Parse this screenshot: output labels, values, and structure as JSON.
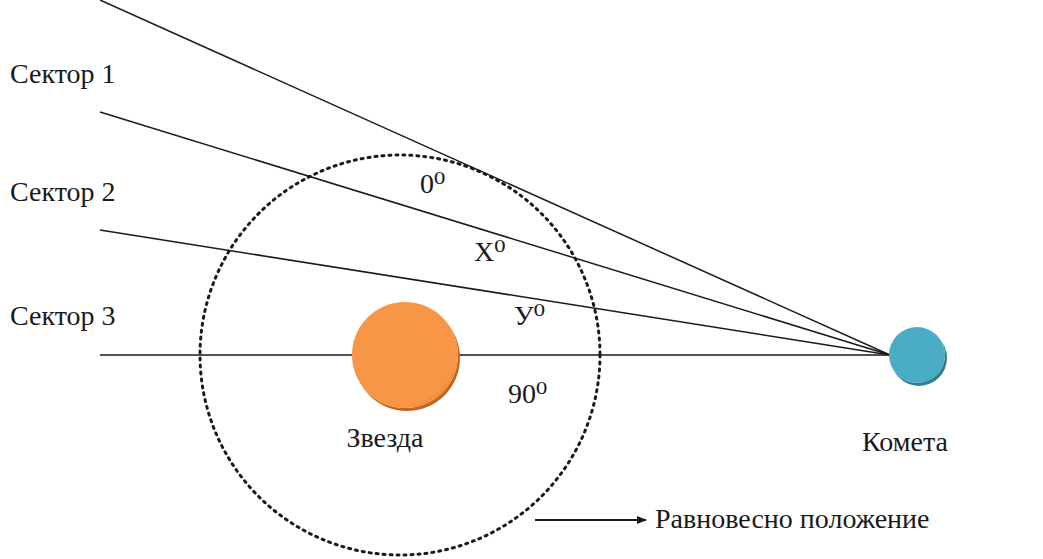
{
  "diagram": {
    "nodes": [
      {
        "text": [
          "Звезда"
        ]
      },
      {
        "text": [
          "Комета"
        ]
      }
    ],
    "labels": [
      "Сектор 1",
      "Сектор 2",
      "Сектор 3",
      "0⁰",
      "X⁰",
      "У⁰",
      "90⁰",
      "Равновесно положение"
    ]
  }
}
